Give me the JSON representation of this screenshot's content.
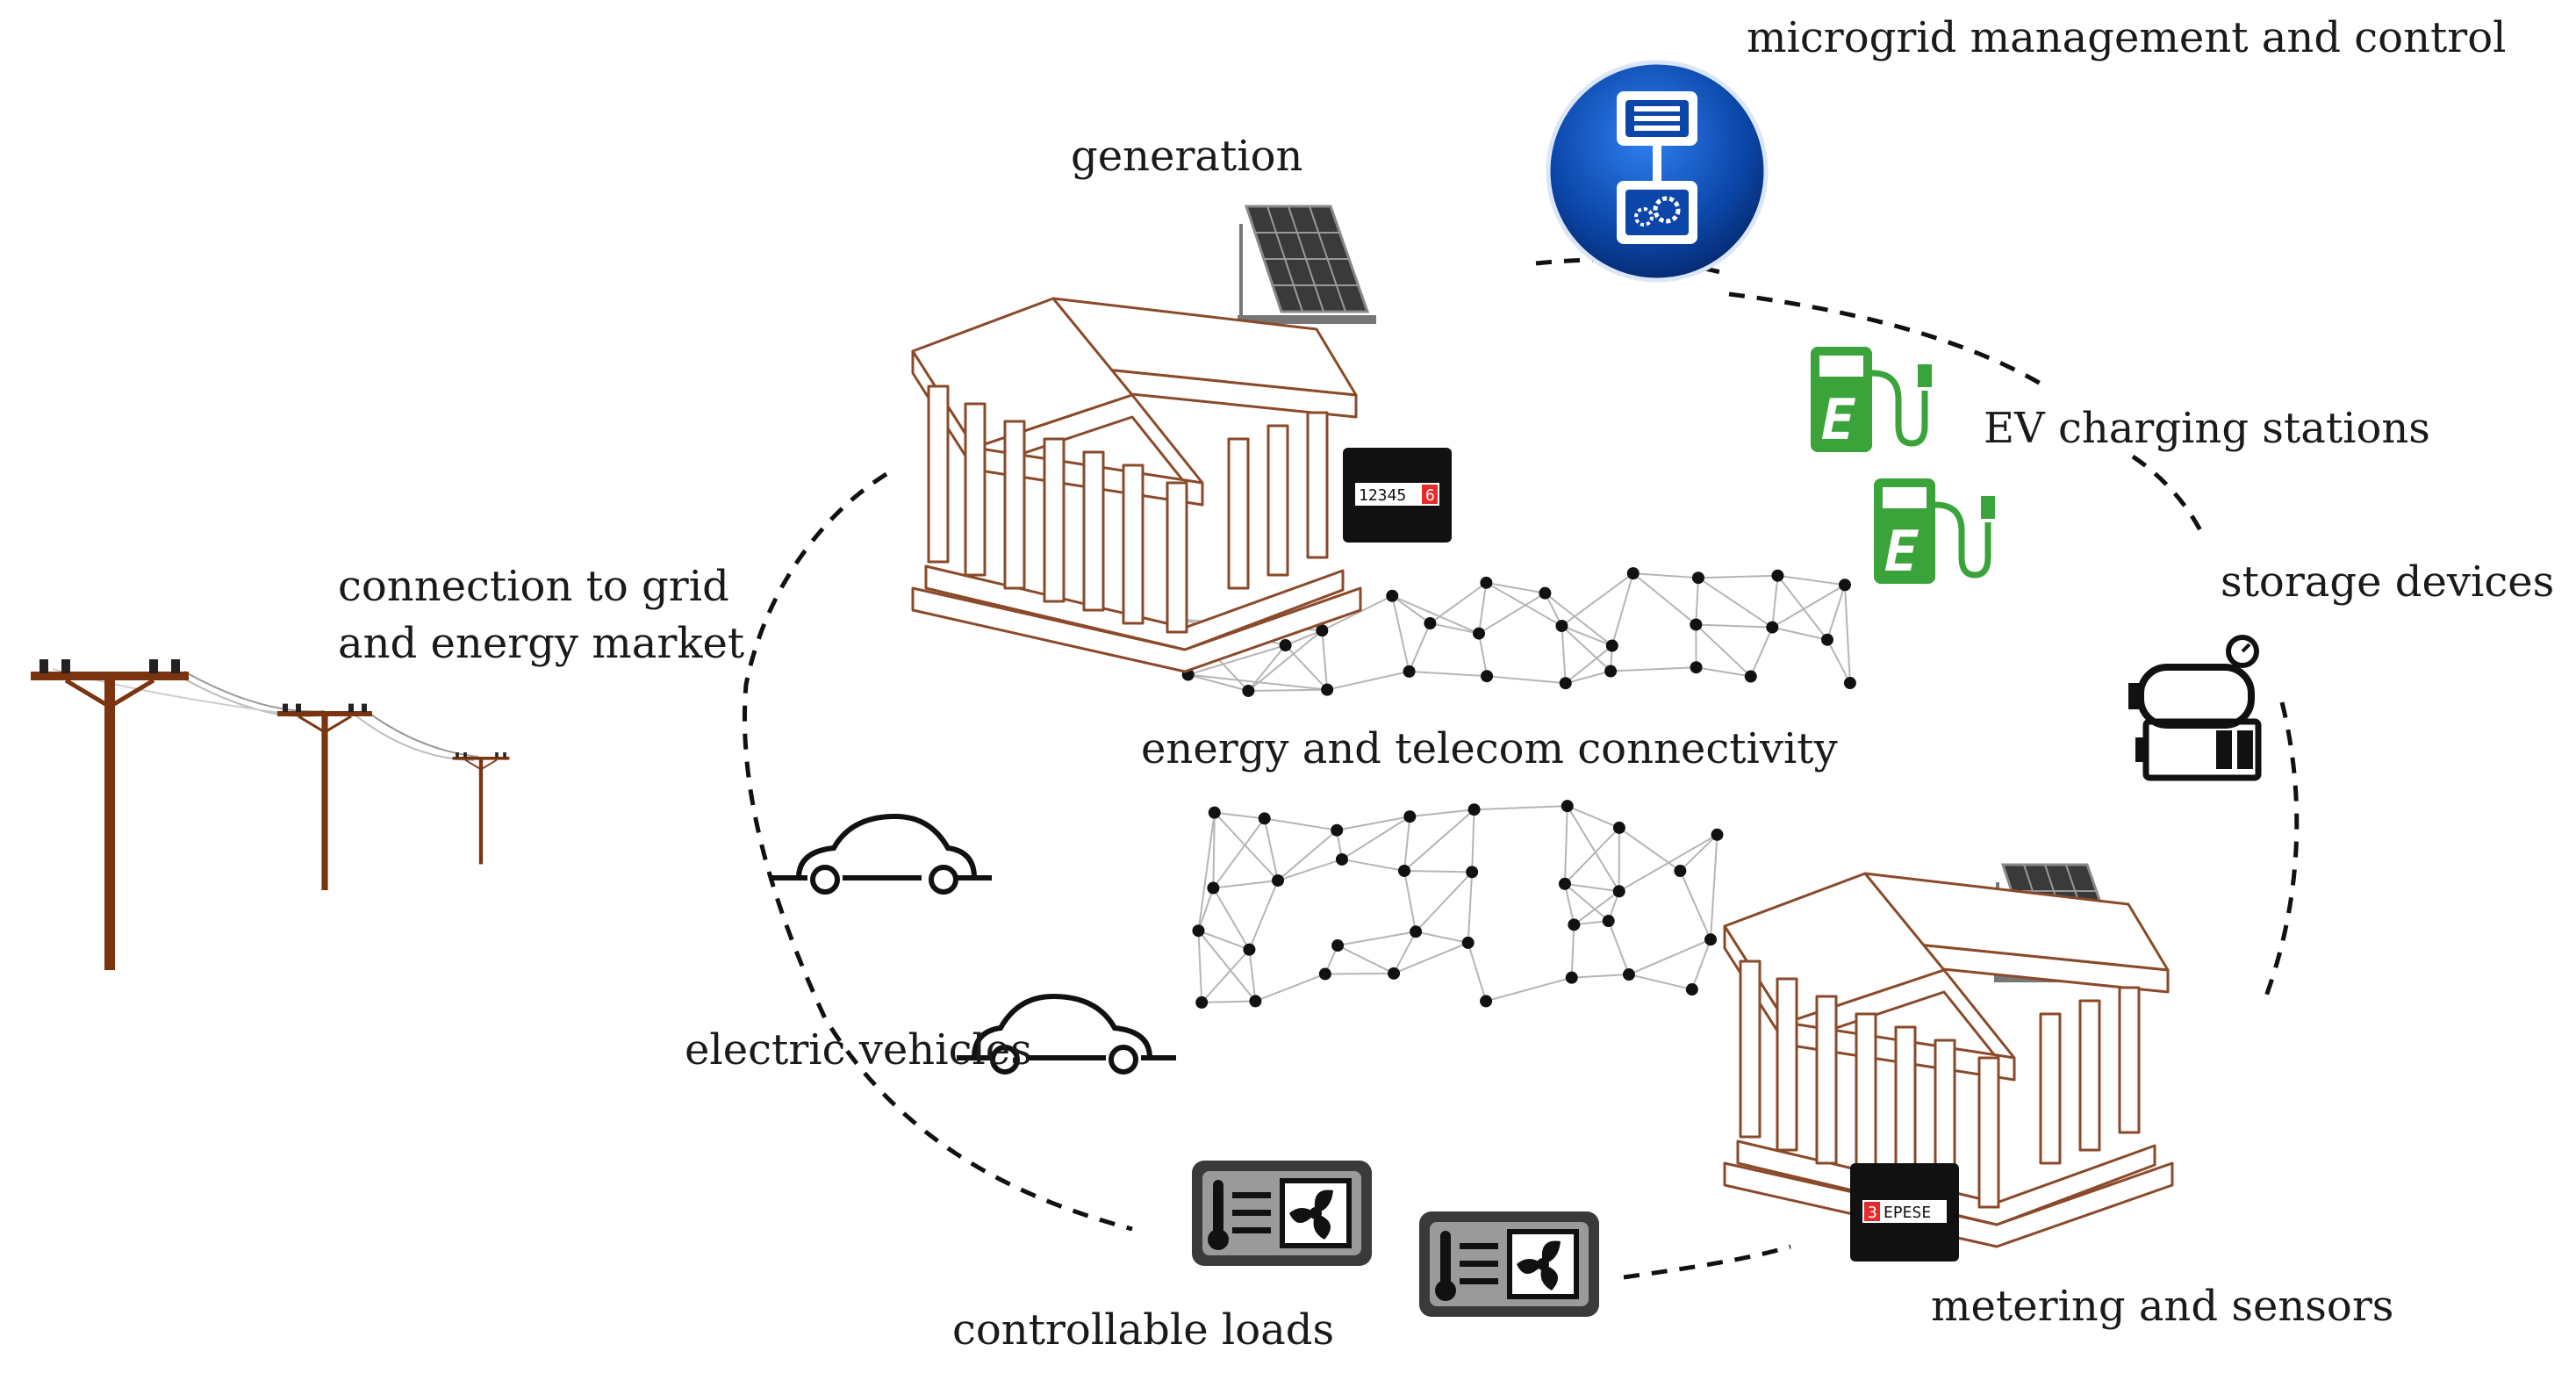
{
  "labels": {
    "microgrid_management": "microgrid management and control",
    "generation": "generation",
    "ev_charging": "EV charging stations",
    "storage": "storage devices",
    "grid_connection_line1": "connection to grid",
    "grid_connection_line2": "and energy market",
    "connectivity": "energy and telecom connectivity",
    "electric_vehicles": "electric vehicles",
    "controllable_loads": "controllable loads",
    "metering": "metering and sensors"
  },
  "meters": {
    "left_reading": "12345",
    "left_last_digit": "6",
    "right_first_digit": "3",
    "right_reading": "EPESE"
  },
  "charger_letter": "E",
  "icons": {
    "microgrid": "control-server-icon",
    "solar": "solar-panel-icon",
    "building": "building-icon",
    "meter": "electricity-meter-icon",
    "charger": "ev-charger-icon",
    "storage": "battery-storage-icon",
    "pole": "power-pole-icon",
    "car": "electric-car-icon",
    "thermostat": "thermostat-fan-icon",
    "network": "mesh-network-icon"
  },
  "colors": {
    "control_blue": "#0b46a8",
    "charger_green": "#3aa33a",
    "building_brown": "#8a4a2a",
    "pole_brown": "#7a3410",
    "meter_red": "#e52b2b",
    "dash": "#111111"
  }
}
